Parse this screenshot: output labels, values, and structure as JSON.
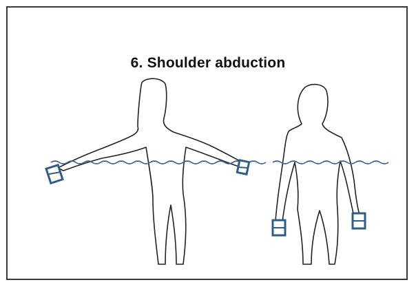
{
  "figure": {
    "title": "6. Shoulder abduction",
    "figures": [
      {
        "id": "front-arms-raised",
        "arm_position": "abducted-horizontal"
      },
      {
        "id": "front-arms-down",
        "arm_position": "at-sides"
      }
    ],
    "water_line_color": "#3b5fa8",
    "outline_color": "#222222",
    "weight_color": "#2e5d86"
  }
}
